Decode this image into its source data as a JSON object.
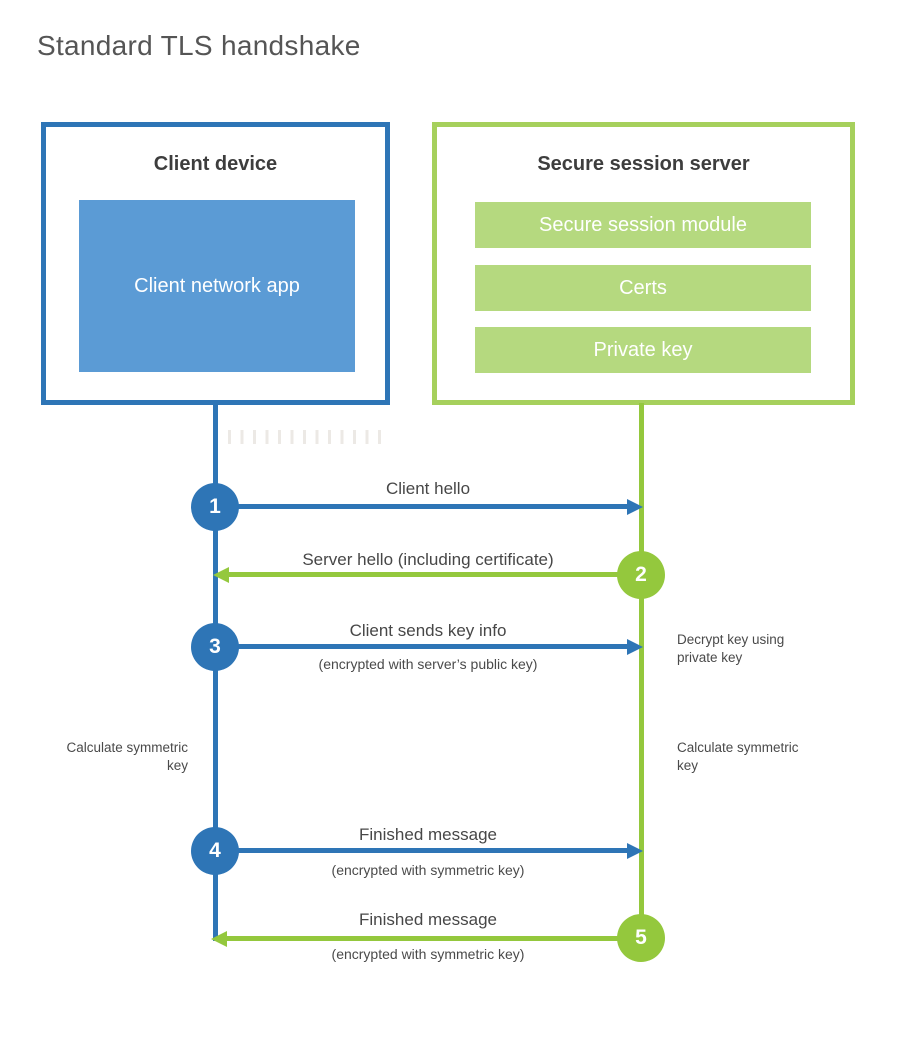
{
  "title": "Standard TLS handshake",
  "client": {
    "heading": "Client device",
    "app_label": "Client network app"
  },
  "server": {
    "heading": "Secure session server",
    "modules": [
      "Secure session module",
      "Certs",
      "Private key"
    ]
  },
  "steps": [
    {
      "number": "1",
      "label": "Client hello",
      "direction": "client-to-server"
    },
    {
      "number": "2",
      "label": "Server hello (including certificate)",
      "direction": "server-to-client"
    },
    {
      "number": "3",
      "label": "Client sends key info",
      "sublabel": "(encrypted with server’s public key)",
      "direction": "client-to-server"
    },
    {
      "number": "4",
      "label": "Finished message",
      "sublabel": "(encrypted with symmetric key)",
      "direction": "client-to-server"
    },
    {
      "number": "5",
      "label": "Finished message",
      "sublabel": "(encrypted with symmetric key)",
      "direction": "server-to-client"
    }
  ],
  "side_notes": {
    "decrypt": "Decrypt key using private key",
    "calc_left": "Calculate symmetric key",
    "calc_right": "Calculate symmetric key"
  },
  "colors": {
    "blue": "#2e75b6",
    "blue_fill": "#5b9bd5",
    "green": "#94c83d",
    "green_border": "#a6d05c",
    "green_fill": "#b5d97f"
  }
}
